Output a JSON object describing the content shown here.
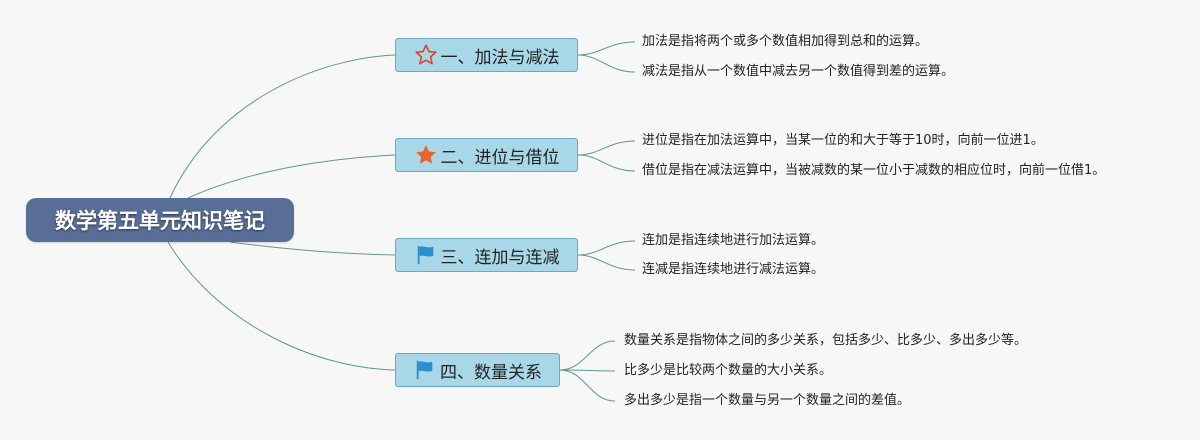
{
  "root": {
    "label": "数学第五单元知识笔记"
  },
  "branches": [
    {
      "label": "一、加法与减法",
      "icon": "star-outline-icon",
      "notes": [
        "加法是指将两个或多个数值相加得到总和的运算。",
        "减法是指从一个数值中减去另一个数值得到差的运算。"
      ]
    },
    {
      "label": "二、进位与借位",
      "icon": "star-filled-icon",
      "notes": [
        "进位是指在加法运算中，当某一位的和大于等于10时，向前一位进1。",
        "借位是指在减法运算中，当被减数的某一位小于减数的相应位时，向前一位借1。"
      ]
    },
    {
      "label": "三、连加与连减",
      "icon": "flag-icon",
      "notes": [
        "连加是指连续地进行加法运算。",
        "连减是指连续地进行减法运算。"
      ]
    },
    {
      "label": "四、数量关系",
      "icon": "flag-icon",
      "notes": [
        "数量关系是指物体之间的多少关系，包括多少、比多少、多出多少等。",
        "比多少是比较两个数量的大小关系。",
        "多出多少是指一个数量与另一个数量之间的差值。"
      ]
    }
  ],
  "colors": {
    "root_fill": "#586e96",
    "branch_fill": "#a8d8e8",
    "branch_border": "#6aa9bf",
    "connector": "#5c9a8a",
    "star_outline": "#d9432b",
    "star_fill": "#e8622c",
    "flag": "#2b8fd1"
  }
}
